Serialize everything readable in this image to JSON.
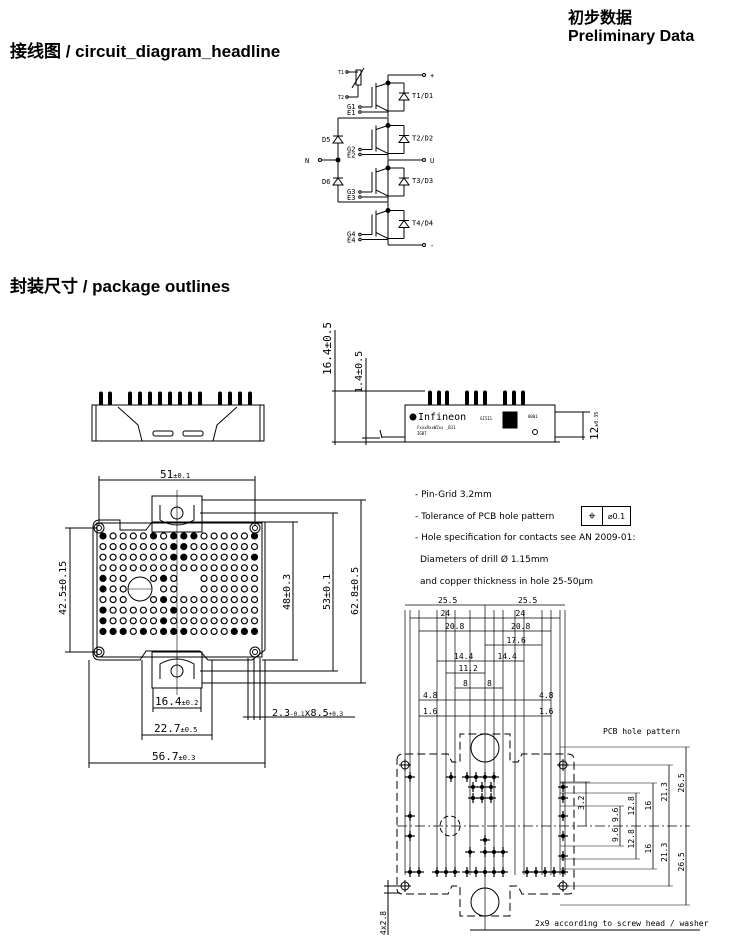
{
  "header": {
    "circuit_title": "接线图 / circuit_diagram_headline",
    "prelim_cn": "初步数据",
    "prelim_en": "Preliminary Data",
    "package_title": "封装尺寸 / package outlines"
  },
  "circuit": {
    "ntc_pins": [
      "T1",
      "T2"
    ],
    "switches": [
      {
        "label": "T1/D1",
        "gate": "G1",
        "emitter": "E1"
      },
      {
        "label": "T2/D2",
        "gate": "G2",
        "emitter": "E2"
      },
      {
        "label": "T3/D3",
        "gate": "G3",
        "emitter": "E3"
      },
      {
        "label": "T4/D4",
        "gate": "G4",
        "emitter": "E4"
      }
    ],
    "clamp_diodes": [
      "D5",
      "D6"
    ],
    "terminals": {
      "plus": "+",
      "out": "U",
      "neutral": "N",
      "minus": "-"
    }
  },
  "side_view": {
    "dim_total_height": "16.4±0.5",
    "dim_pin_height": "1.4±0.5",
    "dim_body_height": "12",
    "dim_body_tol": "±0.35",
    "brand": "Infineon",
    "code1": "GI5I1",
    "code2": "0001",
    "part": "FxxxRxxW2xx _B11",
    "type": "IGBT"
  },
  "top_view": {
    "dim_width_holes": "51",
    "dim_width_holes_tol": "±0.1",
    "dim_height_holes": "42.5±0.15",
    "dim_pin_field": "48±0.3",
    "dim_clamp_holes": "53±0.1",
    "dim_total_height": "62.8±0.5",
    "dim_clamp_inner": "16.4",
    "dim_clamp_inner_tol": "±0.2",
    "dim_clamp_outer": "22.7",
    "dim_clamp_outer_tol": "±0.5",
    "dim_total_width": "56.7",
    "dim_total_width_tol": "±0.3",
    "dim_slot_a": "2.3",
    "dim_slot_a_tol": "-0.1",
    "dim_slot_x": "x",
    "dim_slot_b": "8.5",
    "dim_slot_b_tol": "+0.3",
    "pin_grid": {
      "columns": 16,
      "rows": 10
    }
  },
  "notes": {
    "line1": "- Pin-Grid 3.2mm",
    "line2": "- Tolerance of PCB hole pattern",
    "tolerance_value": "⌀0.1",
    "line3": "- Hole specification for contacts see AN 2009-01:",
    "line4": "Diameters of drill Ø 1.15mm",
    "line5": "and copper thickness in hole 25-50µm"
  },
  "pcb_pattern": {
    "title": "PCB hole pattern",
    "horizontal_dims": [
      "25.5",
      "25.5",
      "24",
      "24",
      "20.8",
      "20.8",
      "17.6",
      "14.4",
      "14.4",
      "11.2",
      "8",
      "8",
      "4.8",
      "4.8",
      "1.6",
      "1.6"
    ],
    "vertical_dims_upper": [
      "3.2",
      "9.6",
      "12.8",
      "16",
      "21.3",
      "26.5"
    ],
    "vertical_dims_lower": [
      "9.6",
      "12.8",
      "16",
      "21.3",
      "26.5"
    ],
    "screw_note": "2x9 according to screw head / washer",
    "mount_dim": "4x2.8"
  }
}
